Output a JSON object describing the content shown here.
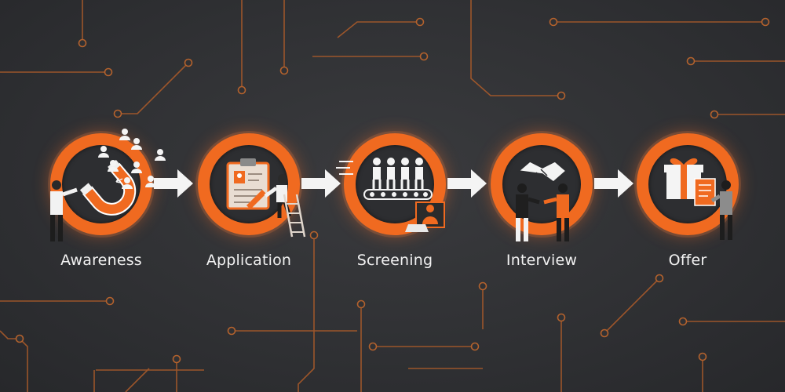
{
  "stages": [
    {
      "label": "Awareness"
    },
    {
      "label": "Application"
    },
    {
      "label": "Screening"
    },
    {
      "label": "Interview"
    },
    {
      "label": "Offer"
    }
  ],
  "colors": {
    "background": "#303134",
    "accent": "#f06a20",
    "circuit": "#b4622d",
    "text": "#f2f2f2",
    "arrow": "#f4f4f4"
  },
  "icons": [
    "magnet-icon",
    "clipboard-resume-icon",
    "conveyor-belt-people-icon",
    "handshake-icon",
    "gift-box-icon"
  ]
}
